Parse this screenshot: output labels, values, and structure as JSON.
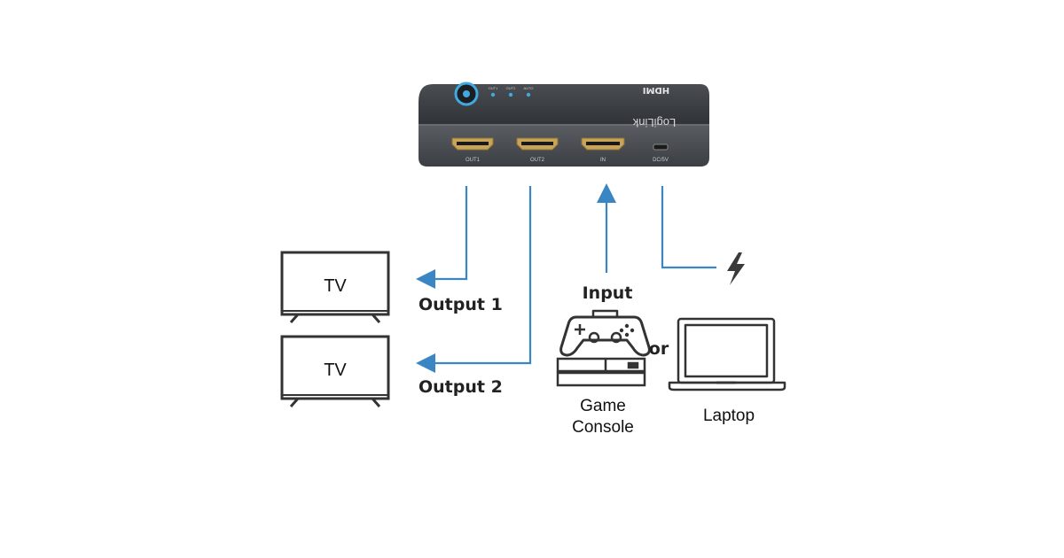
{
  "device": {
    "brand": "LogiLink",
    "hdmi_logo": "HDMI",
    "led_labels": [
      "OUT1",
      "OUT2",
      "AUTO"
    ],
    "port_labels": {
      "out1": "OUT1",
      "out2": "OUT2",
      "in": "IN",
      "dc": "DC/5V"
    },
    "body_color": "#3a3d42",
    "led_color": "#3fa9e0"
  },
  "labels": {
    "tv_top": "TV",
    "tv_bottom": "TV",
    "output1": "Output 1",
    "output2": "Output 2",
    "input": "Input",
    "or": "or",
    "game_console_line1": "Game",
    "game_console_line2": "Console",
    "laptop": "Laptop"
  },
  "icons": {
    "power": "lightning-bolt-icon",
    "console": "game-controller-icon",
    "laptop": "laptop-icon",
    "tv": "tv-icon"
  },
  "colors": {
    "arrow": "#3a86c4",
    "icon_stroke": "#333333"
  }
}
